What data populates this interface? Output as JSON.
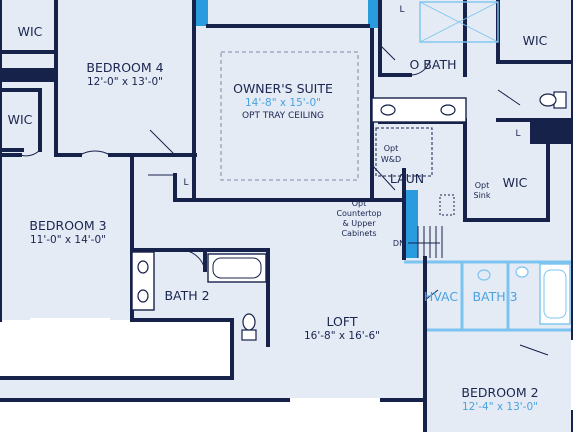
{
  "colors": {
    "floor": "#e4ebf5",
    "wall": "#17224a",
    "accent": "#2b9be0",
    "accent_light": "#7cc4ef",
    "fixture": "#ffffff"
  },
  "rooms": {
    "bedroom4": {
      "name": "BEDROOM 4",
      "dims": "12'-0\" x 13'-0\""
    },
    "owners_suite": {
      "name": "OWNER'S SUITE",
      "dims": "14'-8\" x 15'-0\"",
      "note": "OPT TRAY CEILING"
    },
    "o_bath": {
      "name": "O BATH"
    },
    "bedroom3": {
      "name": "BEDROOM 3",
      "dims": "11'-0\" x 14'-0\""
    },
    "bath2": {
      "name": "BATH 2"
    },
    "laun": {
      "name": "LAUN"
    },
    "loft": {
      "name": "LOFT",
      "dims": "16'-8\" x 16'-6\""
    },
    "bath3": {
      "name": "BATH 3"
    },
    "hvac": {
      "name": "HVAC"
    },
    "bedroom2": {
      "name": "BEDROOM 2",
      "dims": "12'-4\" x 13'-0\""
    }
  },
  "closets": {
    "wic_top_left": "WIC",
    "wic_left_mid": "WIC",
    "wic_o_bath": "WIC",
    "wic_laun": "WIC"
  },
  "linens": {
    "l_bedroom4": "L",
    "l_o_bath_top": "L",
    "l_o_bath_right": "L"
  },
  "notes": {
    "opt_wd": [
      "Opt",
      "W&D"
    ],
    "opt_sink": [
      "Opt",
      "Sink"
    ],
    "opt_countertop": [
      "Opt",
      "Countertop",
      "& Upper",
      "Cabinets"
    ],
    "stairs_dn": "DN"
  }
}
